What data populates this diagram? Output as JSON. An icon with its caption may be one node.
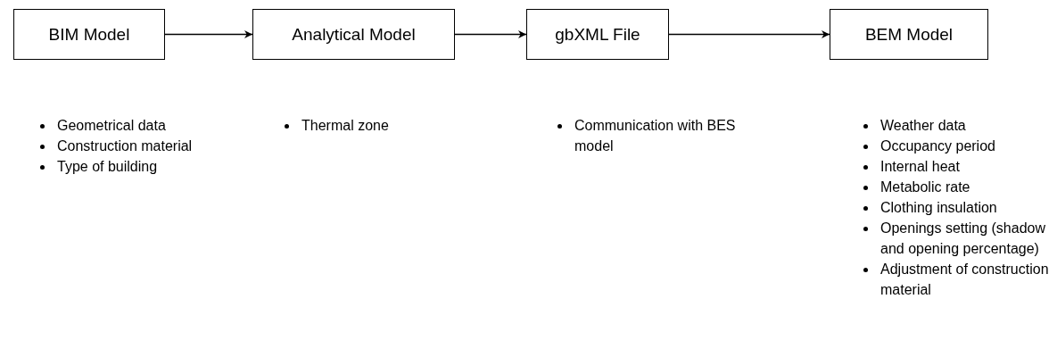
{
  "diagram": {
    "nodes": [
      {
        "text": [
          "BIM Model"
        ]
      },
      {
        "text": [
          "Analytical Model"
        ]
      },
      {
        "text": [
          "gbXML File"
        ]
      },
      {
        "text": [
          "BEM Model"
        ]
      }
    ],
    "edges": [
      {
        "from": 0,
        "to": 1,
        "arrow": "to"
      },
      {
        "from": 1,
        "to": 2,
        "arrow": "to"
      },
      {
        "from": 2,
        "to": 3,
        "arrow": "to"
      }
    ],
    "labels": [
      "Geometrical data",
      "Construction material",
      "Type of building",
      "Thermal zone",
      "Communication with BES model",
      "Weather data",
      "Occupancy period",
      "Internal heat",
      "Metabolic rate",
      "Clothing insulation",
      "Openings setting (shadow and opening percentage)",
      "Adjustment of construction material"
    ]
  }
}
